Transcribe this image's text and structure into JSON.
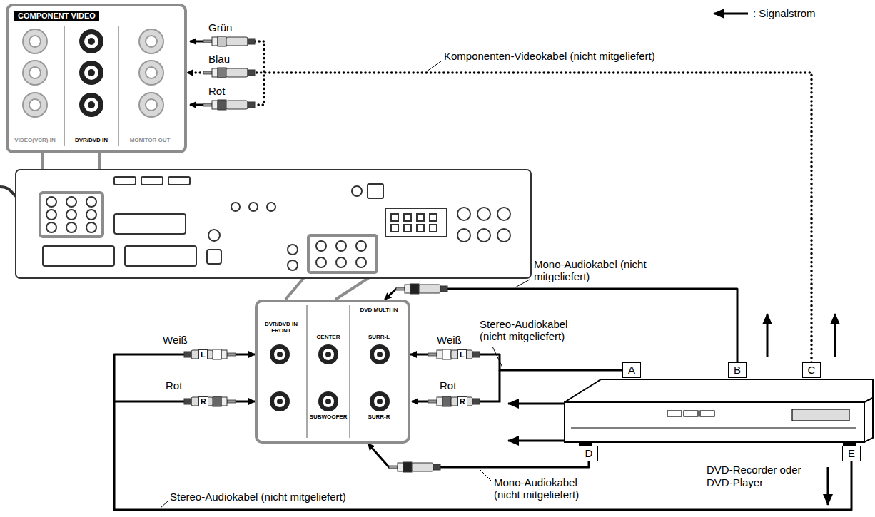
{
  "diagram": {
    "nodes": [
      {
        "text": [
          "COMPONENT VIDEO",
          "VIDEO(VCR) IN",
          "DVR/DVD IN",
          "MONITOR OUT"
        ]
      },
      {
        "text": [
          "DVR/DVD IN FRONT",
          "DVD MULTI IN",
          "CENTER",
          "SURR-L",
          "SUBWOOFER",
          "SURR-R"
        ]
      },
      {
        "text": [
          "DVD-Recorder oder DVD-Player"
        ]
      },
      {
        "text": [
          "A"
        ]
      },
      {
        "text": [
          "B"
        ]
      },
      {
        "text": [
          "C"
        ]
      },
      {
        "text": [
          "D"
        ]
      },
      {
        "text": [
          "E"
        ]
      }
    ],
    "edges": [
      {
        "from": 5,
        "to": 0,
        "arrow": "to"
      },
      {
        "from": 4,
        "to": 1,
        "arrow": "to"
      },
      {
        "from": 3,
        "to": 1,
        "arrow": "to"
      },
      {
        "from": 6,
        "to": 1,
        "arrow": "to"
      },
      {
        "from": 7,
        "to": 1,
        "arrow": "to"
      }
    ],
    "labels": [
      "Grün",
      "Blau",
      "Rot",
      "Komponenten-Videokabel (nicht mitgeliefert)",
      "Mono-Audiokabel (nicht mitgeliefert)",
      "Stereo-Audiokabel (nicht mitgeliefert)",
      "Weiß",
      "L",
      "Rot",
      "R",
      "Weiß",
      "L",
      "Rot",
      "R",
      "Mono-Audiokabel (nicht mitgeliefert)",
      "Stereo-Audiokabel (nicht mitgeliefert)"
    ],
    "legend": [
      {
        "text": ": Signalstrom"
      }
    ]
  }
}
